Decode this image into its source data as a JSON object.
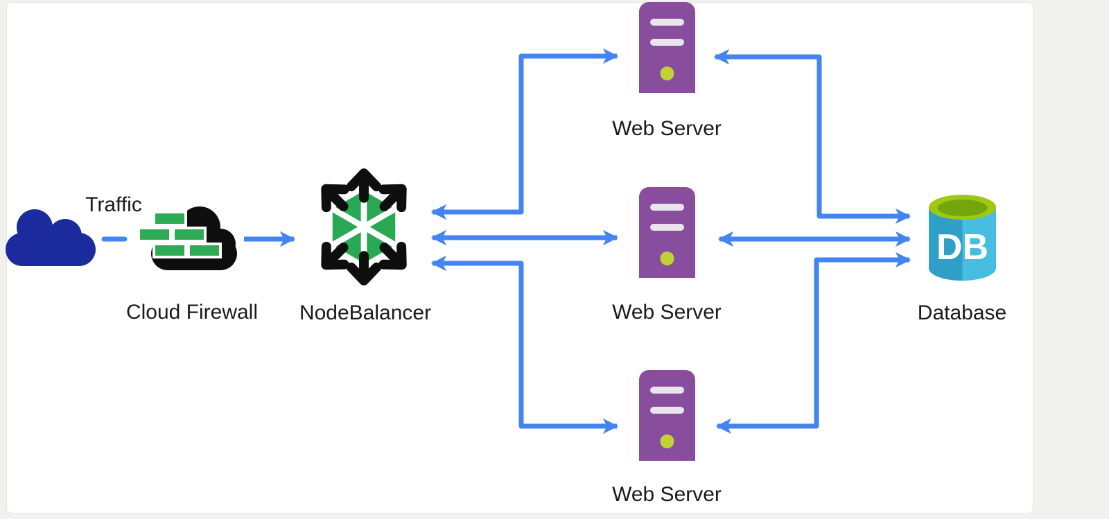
{
  "labels": {
    "traffic": "Traffic",
    "cloud_firewall": "Cloud Firewall",
    "nodebalancer": "NodeBalancer",
    "web_server_1": "Web Server",
    "web_server_2": "Web Server",
    "web_server_3": "Web Server",
    "database": "Database",
    "db_badge": "DB"
  },
  "colors": {
    "page_bg": "#f1f1f0",
    "canvas_bg": "#ffffff",
    "arrow": "#4384f0",
    "label_text": "#1a1a1a",
    "traffic_cloud": "#1b2b9e",
    "firewall_cloud": "#0e0e0e",
    "brick_green": "#2fab55",
    "balancer_green": "#29a953",
    "balancer_black": "#0e0e0e",
    "server_purple": "#894d9d",
    "server_slot": "#e8e6ec",
    "server_led": "#c2d234",
    "db_body": "#47bedf",
    "db_body_dark": "#2f9fc7",
    "db_top_outer": "#9fc813",
    "db_top_inner": "#74a50d"
  },
  "diagram": {
    "nodes": [
      {
        "id": "traffic",
        "label": "Traffic",
        "icon": "cloud"
      },
      {
        "id": "firewall",
        "label": "Cloud Firewall",
        "icon": "cloud-with-bricks"
      },
      {
        "id": "nodebalancer",
        "label": "NodeBalancer",
        "icon": "hexagon-with-arrows"
      },
      {
        "id": "webserver1",
        "label": "Web Server",
        "icon": "server-tower"
      },
      {
        "id": "webserver2",
        "label": "Web Server",
        "icon": "server-tower"
      },
      {
        "id": "webserver3",
        "label": "Web Server",
        "icon": "server-tower"
      },
      {
        "id": "database",
        "label": "Database",
        "icon": "cylinder-db"
      }
    ],
    "edges": [
      {
        "from": "traffic",
        "to": "firewall",
        "style": "dashed",
        "direction": "none"
      },
      {
        "from": "firewall",
        "to": "nodebalancer",
        "style": "solid",
        "direction": "forward"
      },
      {
        "from": "nodebalancer",
        "to": "webserver1",
        "style": "solid",
        "direction": "both"
      },
      {
        "from": "nodebalancer",
        "to": "webserver2",
        "style": "solid",
        "direction": "both"
      },
      {
        "from": "nodebalancer",
        "to": "webserver3",
        "style": "solid",
        "direction": "both"
      },
      {
        "from": "webserver1",
        "to": "database",
        "style": "solid",
        "direction": "both"
      },
      {
        "from": "webserver2",
        "to": "database",
        "style": "solid",
        "direction": "both"
      },
      {
        "from": "webserver3",
        "to": "database",
        "style": "solid",
        "direction": "both"
      }
    ]
  }
}
